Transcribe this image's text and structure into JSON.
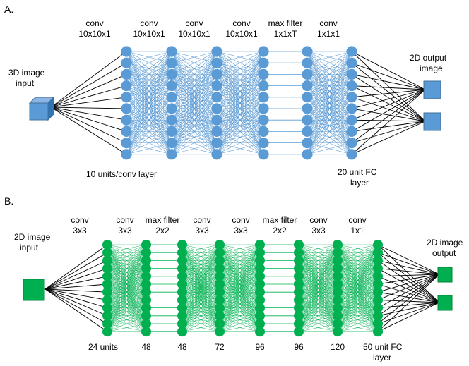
{
  "panel_a": {
    "panel_label": "A.",
    "layer_labels": [
      [
        "conv",
        "10x10x1"
      ],
      [
        "conv",
        "10x10x1"
      ],
      [
        "conv",
        "10x10x1"
      ],
      [
        "conv",
        "10x10x1"
      ],
      [
        "max filter",
        "1x1xT"
      ],
      [
        "conv",
        "1x1x1"
      ]
    ],
    "input_label": [
      "3D image",
      "input"
    ],
    "output_label": [
      "2D output",
      "image"
    ],
    "bottom_left_label": "10 units/conv layer",
    "bottom_right_label": [
      "20 unit FC",
      "layer"
    ],
    "units_per_column": 10,
    "columns": 6,
    "node_color": "#5b9bd5",
    "edge_color": "#5b9bd5",
    "input_color": "#5b9bd5",
    "output_color": "#5b9bd5"
  },
  "panel_b": {
    "panel_label": "B.",
    "layer_labels": [
      [
        "conv",
        "3x3"
      ],
      [
        "conv",
        "3x3"
      ],
      [
        "max filter",
        "2x2"
      ],
      [
        "conv",
        "3x3"
      ],
      [
        "conv",
        "3x3"
      ],
      [
        "max filter",
        "2x2"
      ],
      [
        "conv",
        "3x3"
      ],
      [
        "conv",
        "1x1"
      ]
    ],
    "input_label": [
      "2D image",
      "input"
    ],
    "output_label": [
      "2D image",
      "output"
    ],
    "bottom_labels": [
      "24 units",
      "48",
      "48",
      "72",
      "96",
      "96",
      "120"
    ],
    "bottom_right_label": [
      "50 unit FC",
      "layer"
    ],
    "units_per_column": 12,
    "columns": 8,
    "node_color": "#00b050",
    "edge_color": "#00b050",
    "input_color": "#00b050",
    "output_color": "#00b050"
  }
}
